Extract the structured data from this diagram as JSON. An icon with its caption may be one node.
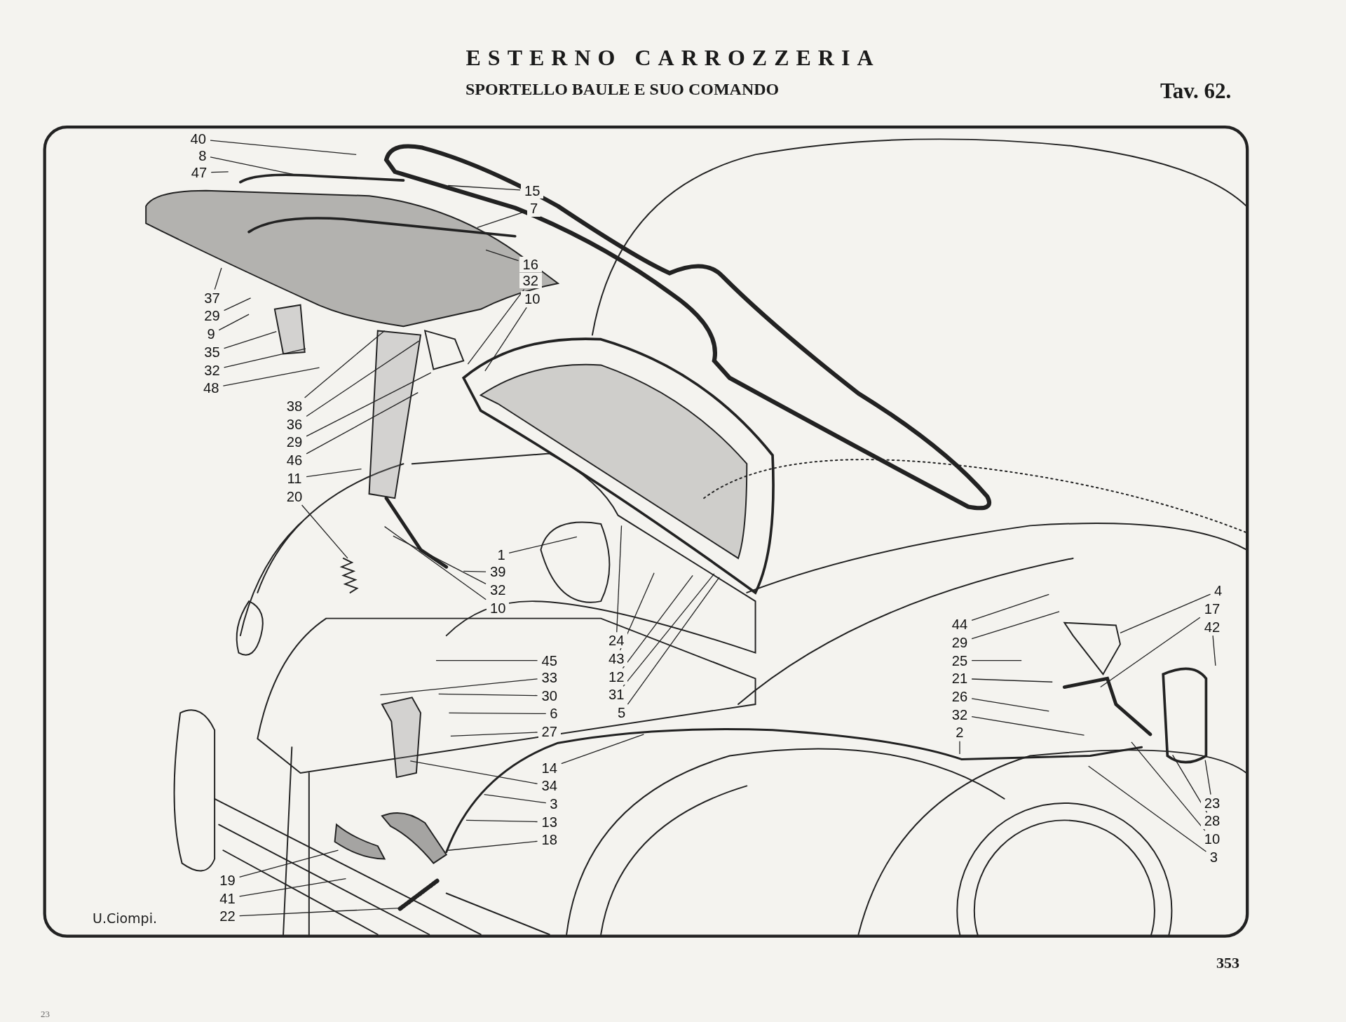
{
  "diagram": {
    "title": "ESTERNO CARROZZERIA",
    "nodes": [
      {
        "text": [
          "40"
        ]
      },
      {
        "text": [
          "8"
        ]
      },
      {
        "text": [
          "47"
        ]
      },
      {
        "text": [
          "15"
        ]
      },
      {
        "text": [
          "7"
        ]
      },
      {
        "text": [
          "16"
        ]
      },
      {
        "text": [
          "32"
        ]
      },
      {
        "text": [
          "10"
        ]
      },
      {
        "text": [
          "37"
        ]
      },
      {
        "text": [
          "29"
        ]
      },
      {
        "text": [
          "9"
        ]
      },
      {
        "text": [
          "35"
        ]
      },
      {
        "text": [
          "32"
        ]
      },
      {
        "text": [
          "48"
        ]
      },
      {
        "text": [
          "38"
        ]
      },
      {
        "text": [
          "36"
        ]
      },
      {
        "text": [
          "29"
        ]
      },
      {
        "text": [
          "46"
        ]
      },
      {
        "text": [
          "11"
        ]
      },
      {
        "text": [
          "20"
        ]
      },
      {
        "text": [
          "1"
        ]
      },
      {
        "text": [
          "39"
        ]
      },
      {
        "text": [
          "32"
        ]
      },
      {
        "text": [
          "10"
        ]
      },
      {
        "text": [
          "24"
        ]
      },
      {
        "text": [
          "43"
        ]
      },
      {
        "text": [
          "12"
        ]
      },
      {
        "text": [
          "31"
        ]
      },
      {
        "text": [
          "5"
        ]
      },
      {
        "text": [
          "45"
        ]
      },
      {
        "text": [
          "33"
        ]
      },
      {
        "text": [
          "30"
        ]
      },
      {
        "text": [
          "6"
        ]
      },
      {
        "text": [
          "27"
        ]
      },
      {
        "text": [
          "14"
        ]
      },
      {
        "text": [
          "34"
        ]
      },
      {
        "text": [
          "3"
        ]
      },
      {
        "text": [
          "13"
        ]
      },
      {
        "text": [
          "18"
        ]
      },
      {
        "text": [
          "19"
        ]
      },
      {
        "text": [
          "41"
        ]
      },
      {
        "text": [
          "22"
        ]
      },
      {
        "text": [
          "44"
        ]
      },
      {
        "text": [
          "29"
        ]
      },
      {
        "text": [
          "25"
        ]
      },
      {
        "text": [
          "21"
        ]
      },
      {
        "text": [
          "26"
        ]
      },
      {
        "text": [
          "32"
        ]
      },
      {
        "text": [
          "2"
        ]
      },
      {
        "text": [
          "4"
        ]
      },
      {
        "text": [
          "17"
        ]
      },
      {
        "text": [
          "42"
        ]
      },
      {
        "text": [
          "23"
        ]
      },
      {
        "text": [
          "28"
        ]
      },
      {
        "text": [
          "10"
        ]
      },
      {
        "text": [
          "3"
        ]
      }
    ],
    "edges": [
      {
        "from": 0,
        "to": null,
        "arrow": "none"
      },
      {
        "from": 1,
        "to": null,
        "arrow": "none"
      },
      {
        "from": 2,
        "to": null,
        "arrow": "none"
      },
      {
        "from": 3,
        "to": null,
        "arrow": "none"
      },
      {
        "from": 4,
        "to": null,
        "arrow": "none"
      },
      {
        "from": 5,
        "to": null,
        "arrow": "none"
      },
      {
        "from": 6,
        "to": null,
        "arrow": "none"
      },
      {
        "from": 7,
        "to": null,
        "arrow": "none"
      },
      {
        "from": 8,
        "to": null,
        "arrow": "none"
      },
      {
        "from": 9,
        "to": null,
        "arrow": "none"
      },
      {
        "from": 10,
        "to": null,
        "arrow": "none"
      },
      {
        "from": 11,
        "to": null,
        "arrow": "none"
      },
      {
        "from": 12,
        "to": null,
        "arrow": "none"
      },
      {
        "from": 13,
        "to": null,
        "arrow": "none"
      },
      {
        "from": 14,
        "to": null,
        "arrow": "none"
      },
      {
        "from": 15,
        "to": null,
        "arrow": "none"
      },
      {
        "from": 16,
        "to": null,
        "arrow": "none"
      },
      {
        "from": 17,
        "to": null,
        "arrow": "none"
      },
      {
        "from": 18,
        "to": null,
        "arrow": "none"
      },
      {
        "from": 19,
        "to": null,
        "arrow": "none"
      },
      {
        "from": 20,
        "to": null,
        "arrow": "none"
      },
      {
        "from": 21,
        "to": null,
        "arrow": "none"
      },
      {
        "from": 22,
        "to": null,
        "arrow": "none"
      },
      {
        "from": 23,
        "to": null,
        "arrow": "none"
      },
      {
        "from": 24,
        "to": null,
        "arrow": "none"
      },
      {
        "from": 25,
        "to": null,
        "arrow": "none"
      },
      {
        "from": 26,
        "to": null,
        "arrow": "none"
      },
      {
        "from": 27,
        "to": null,
        "arrow": "none"
      },
      {
        "from": 28,
        "to": null,
        "arrow": "none"
      },
      {
        "from": 29,
        "to": null,
        "arrow": "none"
      },
      {
        "from": 30,
        "to": null,
        "arrow": "none"
      },
      {
        "from": 31,
        "to": null,
        "arrow": "none"
      },
      {
        "from": 32,
        "to": null,
        "arrow": "none"
      },
      {
        "from": 33,
        "to": null,
        "arrow": "none"
      },
      {
        "from": 34,
        "to": null,
        "arrow": "none"
      },
      {
        "from": 35,
        "to": null,
        "arrow": "none"
      },
      {
        "from": 36,
        "to": null,
        "arrow": "none"
      },
      {
        "from": 37,
        "to": null,
        "arrow": "none"
      },
      {
        "from": 38,
        "to": null,
        "arrow": "none"
      },
      {
        "from": 39,
        "to": null,
        "arrow": "none"
      },
      {
        "from": 40,
        "to": null,
        "arrow": "none"
      },
      {
        "from": 41,
        "to": null,
        "arrow": "none"
      },
      {
        "from": 42,
        "to": null,
        "arrow": "none"
      },
      {
        "from": 43,
        "to": null,
        "arrow": "none"
      },
      {
        "from": 44,
        "to": null,
        "arrow": "none"
      },
      {
        "from": 45,
        "to": null,
        "arrow": "none"
      },
      {
        "from": 46,
        "to": null,
        "arrow": "none"
      },
      {
        "from": 47,
        "to": null,
        "arrow": "none"
      },
      {
        "from": 48,
        "to": null,
        "arrow": "none"
      },
      {
        "from": 49,
        "to": null,
        "arrow": "none"
      },
      {
        "from": 50,
        "to": null,
        "arrow": "none"
      },
      {
        "from": 51,
        "to": null,
        "arrow": "none"
      },
      {
        "from": 52,
        "to": null,
        "arrow": "none"
      },
      {
        "from": 53,
        "to": null,
        "arrow": "none"
      },
      {
        "from": 54,
        "to": null,
        "arrow": "none"
      },
      {
        "from": 55,
        "to": null,
        "arrow": "none"
      }
    ],
    "labels": [
      "SPORTELLO BAULE E SUO COMANDO",
      "Tav. 62.",
      "U.Ciompi.",
      "353",
      "23"
    ]
  }
}
